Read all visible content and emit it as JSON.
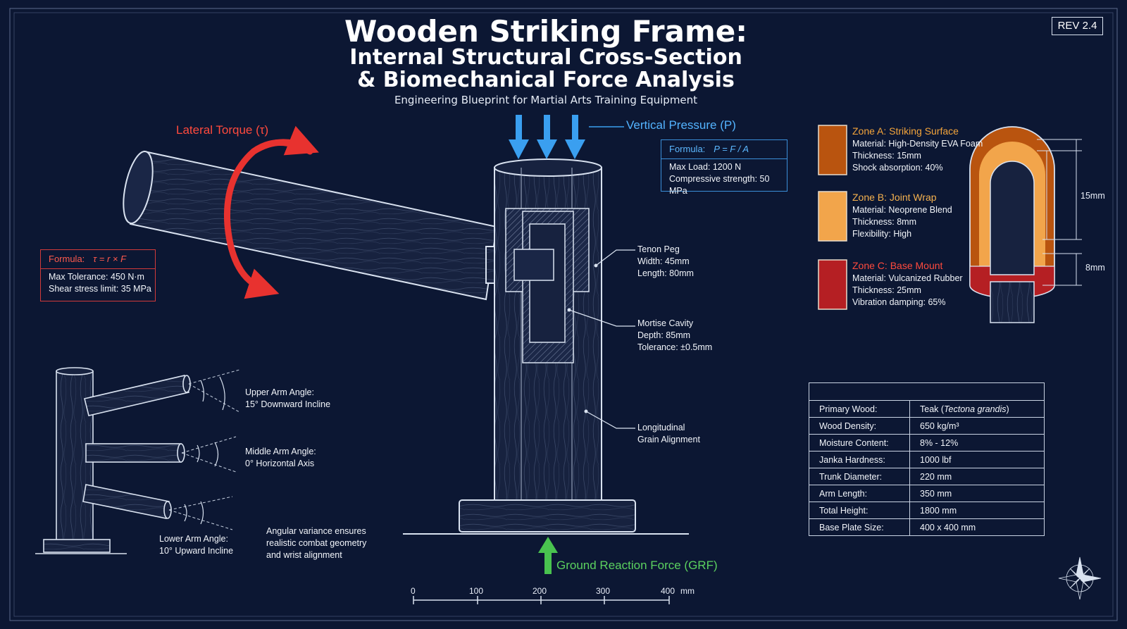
{
  "title": "Wooden Striking Frame:",
  "subtitle_line1": "Internal Structural Cross-Section",
  "subtitle_line2": "& Biomechanical Force Analysis",
  "caption": "Engineering Blueprint for Martial Arts Training Equipment",
  "revision": "REV 2.4",
  "colors": {
    "background": "#0c1733",
    "torque": "#e8322f",
    "pressure": "#3a9ff0",
    "grf": "#49c34f",
    "zone_a": "#b9540f",
    "zone_b": "#f2a54b",
    "zone_c": "#b51f23"
  },
  "torque": {
    "label": "Lateral Torque (τ)",
    "formula_label": "Formula:",
    "formula": "τ = r × F",
    "lines": [
      "Max Tolerance: 450 N·m",
      "Shear stress limit: 35 MPa"
    ]
  },
  "pressure": {
    "label": "Vertical Pressure (P)",
    "formula_label": "Formula:",
    "formula": "P = F / A",
    "lines": [
      "Max Load: 1200 N",
      "Compressive strength: 50 MPa"
    ]
  },
  "callouts": {
    "tenon": [
      "Tenon Peg",
      "Width: 45mm",
      "Length: 80mm"
    ],
    "mortise": [
      "Mortise Cavity",
      "Depth: 85mm",
      "Tolerance: ±0.5mm"
    ],
    "grain": [
      "Longitudinal",
      "Grain Alignment"
    ]
  },
  "grf_label": "Ground Reaction Force (GRF)",
  "arm_angles": {
    "upper": [
      "Upper Arm Angle:",
      "15° Downward Incline"
    ],
    "middle": [
      "Middle Arm Angle:",
      "0° Horizontal Axis"
    ],
    "lower": [
      "Lower Arm Angle:",
      "10° Upward Incline"
    ],
    "note": [
      "Angular variance ensures",
      "realistic combat geometry",
      "and wrist alignment"
    ]
  },
  "scale": {
    "ticks": [
      "0",
      "100",
      "200",
      "300",
      "400"
    ],
    "unit": "mm"
  },
  "zones": [
    {
      "name": "Zone A: Striking Surface",
      "lines": [
        "Material: High-Density EVA Foam",
        "Thickness: 15mm",
        "Shock absorption: 40%"
      ]
    },
    {
      "name": "Zone B: Joint Wrap",
      "lines": [
        "Material: Neoprene Blend",
        "Thickness: 8mm",
        "Flexibility: High"
      ]
    },
    {
      "name": "Zone C: Base Mount",
      "lines": [
        "Material: Vulcanized Rubber",
        "Thickness: 25mm",
        "Vibration damping: 65%"
      ]
    }
  ],
  "dimensions": {
    "outer": "15mm",
    "inner": "8mm"
  },
  "specs": [
    {
      "label": "Primary Wood:",
      "value": "Teak",
      "value_italic": "Tectona grandis"
    },
    {
      "label": "Wood Density:",
      "value": "650 kg/m³"
    },
    {
      "label": "Moisture Content:",
      "value": "8% - 12%"
    },
    {
      "label": "Janka Hardness:",
      "value": "1000 lbf"
    },
    {
      "label": "Trunk Diameter:",
      "value": "220 mm"
    },
    {
      "label": "Arm Length:",
      "value": "350 mm"
    },
    {
      "label": "Total Height:",
      "value": "1800 mm"
    },
    {
      "label": "Base Plate Size:",
      "value": "400 x 400 mm"
    }
  ]
}
